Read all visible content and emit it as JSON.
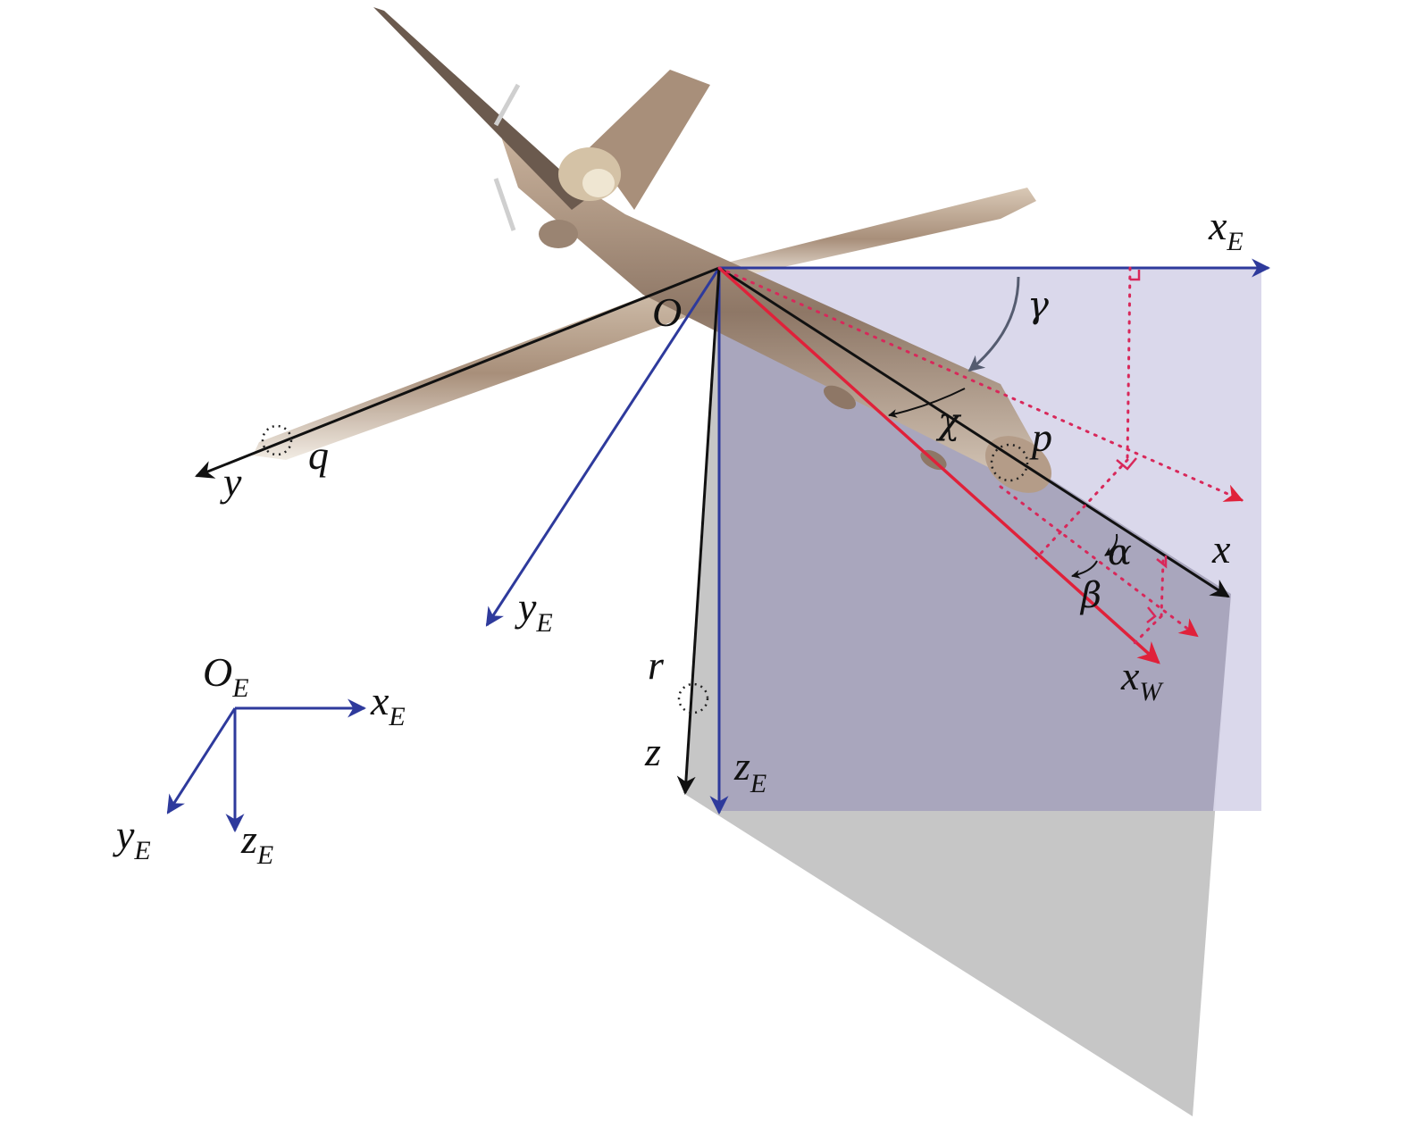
{
  "figure": {
    "type": "aircraft coordinate frames diagram",
    "colors": {
      "earth_axes": "#2e3a9c",
      "body_axes": "#111111",
      "wind_axis": "#e0213a",
      "projection_dotted": "#d8285a",
      "horizontal_plane": "#d8d6ea",
      "vertical_plane_overlap": "#a9a6bd",
      "vertical_plane": "#c6c6c6",
      "aircraft_body": "#a88f7a",
      "aircraft_shadow": "#6b5a4e",
      "aircraft_highlight": "#e8dccf"
    }
  },
  "origin": {
    "label": "O"
  },
  "earth_frame": {
    "x_axis": {
      "base": "x",
      "sub": "E"
    },
    "y_axis": {
      "base": "y",
      "sub": "E"
    },
    "z_axis": {
      "base": "z",
      "sub": "E"
    }
  },
  "body_frame": {
    "x_axis": {
      "label": "x"
    },
    "y_axis": {
      "label": "y"
    },
    "z_axis": {
      "label": "z"
    }
  },
  "wind_frame": {
    "x_axis": {
      "base": "x",
      "sub": "W"
    }
  },
  "rates": {
    "roll": "p",
    "pitch": "q",
    "yaw": "r"
  },
  "angles": {
    "flight_path": "γ",
    "heading": "χ",
    "attack": "α",
    "sideslip": "β"
  },
  "legend_frame": {
    "origin": {
      "base": "O",
      "sub": "E"
    },
    "x_axis": {
      "base": "x",
      "sub": "E"
    },
    "y_axis": {
      "base": "y",
      "sub": "E"
    },
    "z_axis": {
      "base": "z",
      "sub": "E"
    }
  }
}
